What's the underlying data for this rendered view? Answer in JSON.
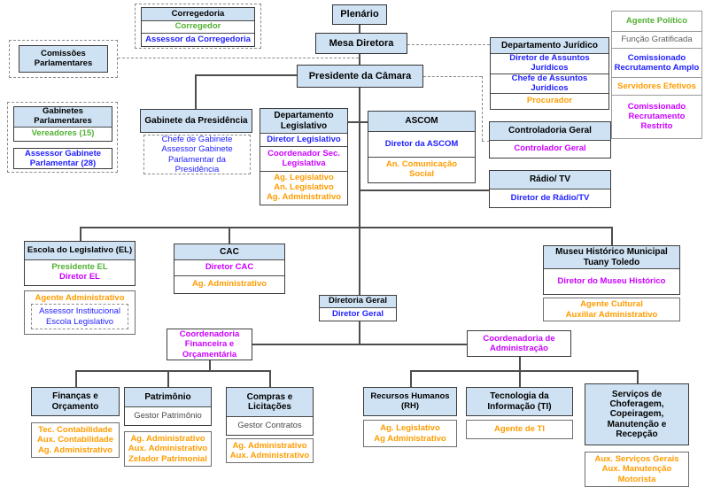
{
  "colors": {
    "header_fill": "#cfe2f3",
    "agente_politico": "#51b032",
    "funcao_gratificada": "#5f5f5f",
    "comissionado_amplo": "#1e1eff",
    "servidores_efetivos": "#ff9c00",
    "comissionado_restrito": "#cc00ff"
  },
  "legend": {
    "items": [
      {
        "label": "Agente Político",
        "color": "#51b032"
      },
      {
        "label": "Função Gratificada",
        "color": "#5f5f5f"
      },
      {
        "label": "Comissionado\nRecrutamento Amplo",
        "color": "#1e1eff"
      },
      {
        "label": "Servidores Efetivos",
        "color": "#ff9c00"
      },
      {
        "label": "Comissionado\nRecrutamento\nRestrito",
        "color": "#cc00ff"
      }
    ]
  },
  "org": {
    "plenario": {
      "title": "Plenário"
    },
    "mesa_diretora": {
      "title": "Mesa Diretora"
    },
    "presidente_camara": {
      "title": "Presidente da Câmara"
    },
    "corregedoria": {
      "title": "Corregedoria",
      "roles": [
        "Corregedor",
        "Assessor da Corregedoria"
      ]
    },
    "comissoes_parlamentares": {
      "title": "Comissões\nParlamentares"
    },
    "departamento_juridico": {
      "title": "Departamento Jurídico",
      "roles": [
        "Diretor de Assuntos\nJurídicos",
        "Chefe de Assuntos\nJurídicos",
        "Procurador"
      ]
    },
    "gabinetes_parlamentares": {
      "title": "Gabinetes\nParlamentares",
      "vereadores": "Vereadores (15)",
      "assessor": "Assessor Gabinete\nParlamentar (28)"
    },
    "gabinete_presidencia": {
      "title": "Gabinete da Presidência",
      "staff": "Chefe de Gabinete\nAssessor Gabinete\nParlamentar da\nPresidência"
    },
    "departamento_legislativo": {
      "title": "Departamento\nLegislativo",
      "roles": [
        "Diretor Legislativo",
        "Coordenador Sec.\nLegislativa",
        "Ag. Legislativo\nAn. Legislativo\nAg. Administrativo"
      ]
    },
    "ascom": {
      "title": "ASCOM",
      "roles": [
        "Diretor da ASCOM",
        "An. Comunicação\nSocial"
      ]
    },
    "controladoria_geral": {
      "title": "Controladoria Geral",
      "role": "Controlador Geral"
    },
    "radio_tv": {
      "title": "Rádio/ TV",
      "role": "Diretor de Rádio/TV"
    },
    "escola_legislativo": {
      "title": "Escola do Legislativo (EL)",
      "leadership": "Presidente EL\nDiretor EL",
      "agente": "Agente Administrativo",
      "assessor": "Assessor Institucional\nEscola  Legislativo"
    },
    "cac": {
      "title": "CAC",
      "roles": [
        "Diretor CAC",
        "Ag. Administrativo"
      ]
    },
    "museu": {
      "title": "Museu  Histórico Municipal\nTuany Toledo",
      "role": "Diretor do Museu Histórico",
      "staff": "Agente Cultural\nAuxiliar Administrativo"
    },
    "diretoria_geral": {
      "title": "Diretoria Geral",
      "role": "Diretor Geral"
    },
    "coord_financeira": {
      "title": "Coordenadoria\nFinanceira e\nOrçamentária"
    },
    "coord_administracao": {
      "title": "Coordenadoria de\nAdministração"
    },
    "financas_orcamento": {
      "title": "Finanças e\nOrçamento",
      "staff": "Tec. Contabilidade\nAux. Contabilidade\nAg. Administrativo"
    },
    "patrimonio": {
      "title": "Patrimônio",
      "gestor": "Gestor Patrimônio",
      "staff": "Ag. Administrativo\nAux. Administrativo\nZelador Patrimonial"
    },
    "compras_licitacoes": {
      "title": "Compras e\nLicitações",
      "gestor": "Gestor Contratos",
      "staff": "Ag. Administrativo\nAux. Administrativo"
    },
    "recursos_humanos": {
      "title": "Recursos Humanos\n(RH)",
      "staff": "Ag. Legislativo\nAg Administrativo"
    },
    "tecnologia_informacao": {
      "title": "Tecnologia da\nInformação (TI)",
      "staff": "Agente de TI"
    },
    "servicos_gerais": {
      "title": "Serviços de\nChoferagem,\nCopeiragem,\nManutenção e\nRecepção",
      "staff": "Aux. Serviços  Gerais\nAux. Manutenção\nMotorista"
    }
  }
}
